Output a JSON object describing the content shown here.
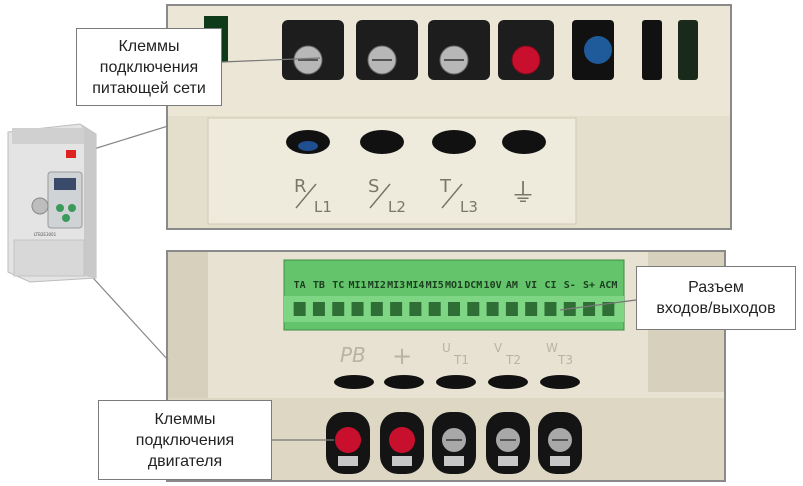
{
  "callouts": {
    "power_terminals": [
      "Клеммы",
      "подключения",
      "питающей сети"
    ],
    "io_connector": [
      "Разъем",
      "входов/выходов"
    ],
    "motor_terminals": [
      "Клеммы",
      "подключения",
      "двигателя"
    ]
  },
  "power_markings": {
    "r": "R",
    "l1": "L1",
    "s": "S",
    "l2": "L2",
    "t": "T",
    "l3": "L3",
    "ground": "⏚"
  },
  "io_labels": [
    "TA",
    "TB",
    "TC",
    "MI1",
    "MI2",
    "MI3",
    "MI4",
    "MI5",
    "MO1",
    "DCM",
    "10V",
    "AM",
    "VI",
    "CI",
    "S-",
    "S+",
    "ACM"
  ],
  "motor_markings": {
    "pb": "PB",
    "plus": "+",
    "u": "U",
    "t1": "T1",
    "v": "V",
    "t2": "T2",
    "w": "W",
    "t3": "T3"
  },
  "device_brand": "LTB2E3001"
}
